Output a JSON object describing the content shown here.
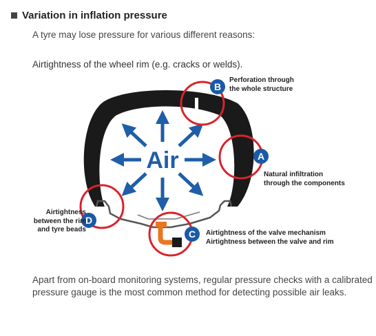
{
  "header": {
    "title": "Variation in inflation pressure",
    "subtitle": "A tyre may lose pressure for various different reasons:"
  },
  "rim_airtightness": "Airtightness of the wheel rim (e.g. cracks or welds).",
  "diagram": {
    "center_label": "Air",
    "markers": {
      "a": "A",
      "b": "B",
      "c": "C",
      "d": "D"
    },
    "labels": {
      "b": [
        "Perforation through",
        "the whole structure"
      ],
      "a": [
        "Natural infiltration",
        "through the components"
      ],
      "d": [
        "Airtightness",
        "between the rim",
        "and tyre beads"
      ],
      "c": [
        "Airtightness of the valve mechanism",
        "Airtightness between the valve and rim"
      ]
    },
    "colors": {
      "arrow_blue": "#1f5ea8",
      "ring_red": "#d8232a",
      "marker_blue": "#1a5aa6",
      "tyre_black": "#1a1a1a",
      "valve_orange": "#e87722"
    }
  },
  "footer": [
    "Apart from on-board monitoring systems, regular pressure checks with a calibrated",
    "pressure gauge is the most common method for detecting possible air leaks."
  ]
}
